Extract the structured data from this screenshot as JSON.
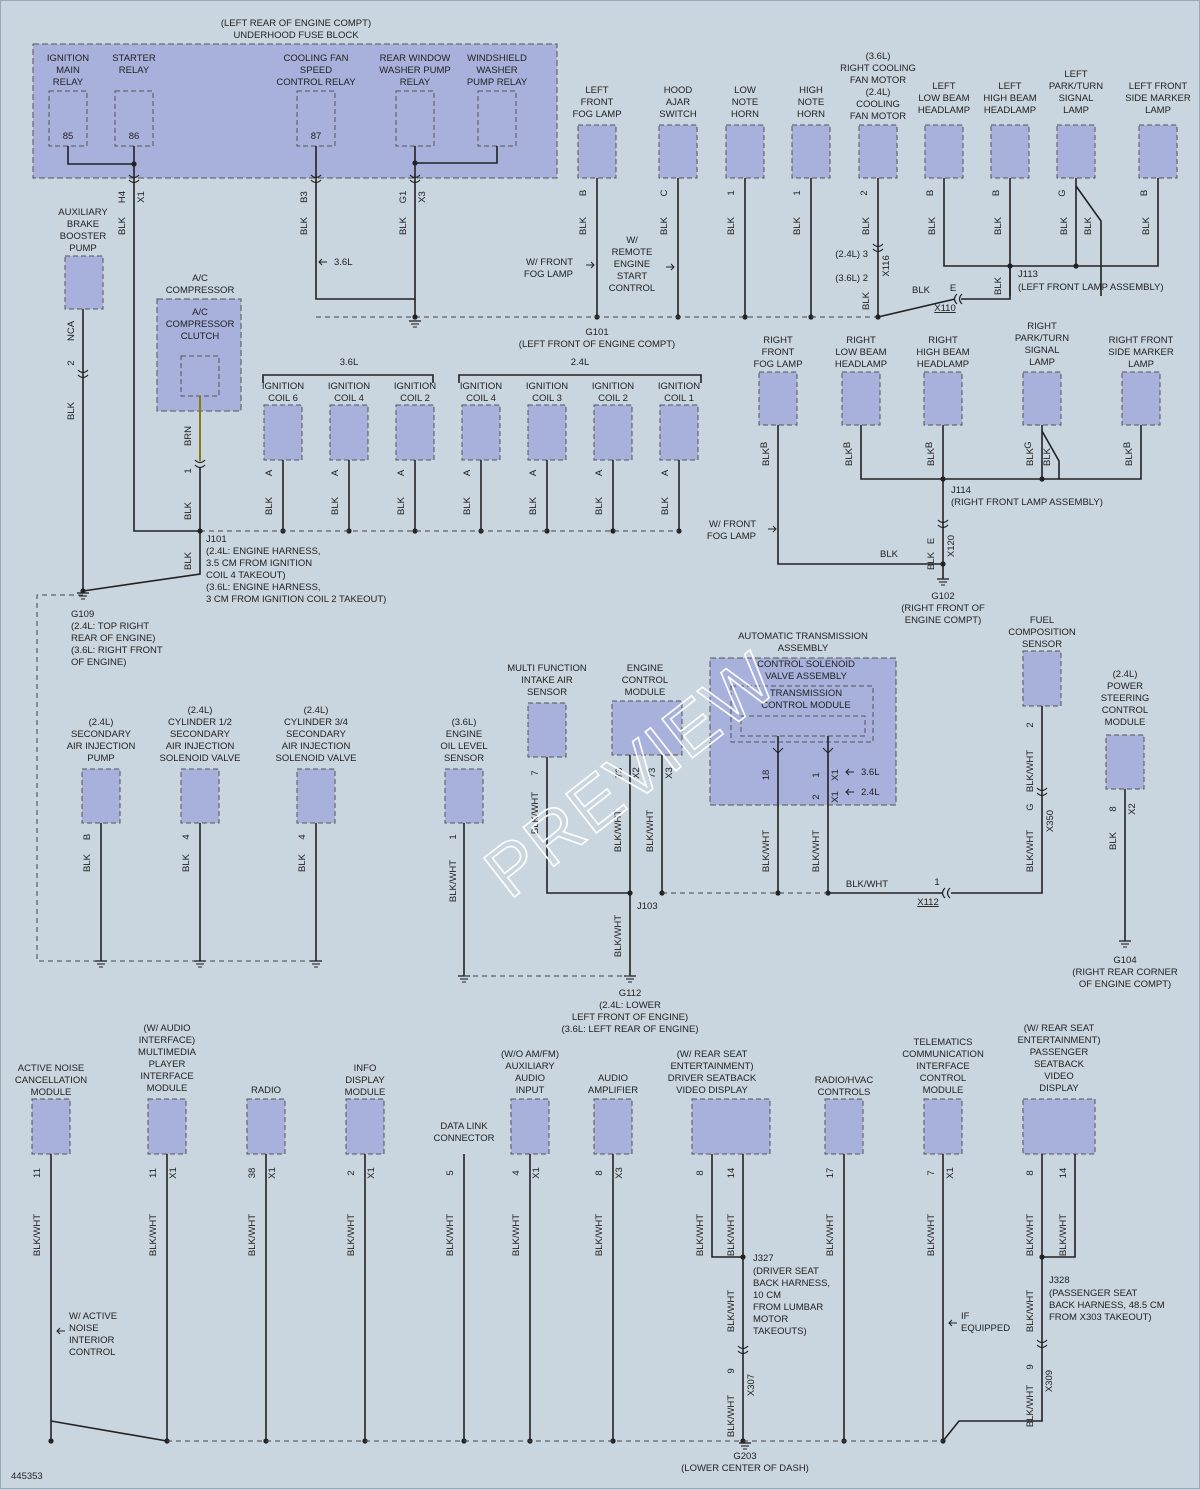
{
  "fuse_block": {
    "title": "(LEFT REAR OF ENGINE COMPT)",
    "subtitle": "UNDERHOOD FUSE BLOCK",
    "relays": [
      {
        "label": "IGNITION\nMAIN\nRELAY",
        "pin": "85"
      },
      {
        "label": "STARTER\nRELAY",
        "pin": "86"
      },
      {
        "label": "COOLING FAN\nSPEED\nCONTROL RELAY",
        "pin": "87"
      },
      {
        "label": "REAR WINDOW\nWASHER PUMP\nRELAY",
        "pin": ""
      },
      {
        "label": "WINDSHIELD\nWASHER\nPUMP RELAY",
        "pin": ""
      }
    ],
    "pins": [
      "H4",
      "X1",
      "B3",
      "G1",
      "X3"
    ]
  },
  "top_components": [
    {
      "label": "LEFT\nFRONT\nFOG LAMP",
      "pin": "B"
    },
    {
      "label": "HOOD\nAJAR\nSWITCH",
      "pin": "C"
    },
    {
      "label": "LOW\nNOTE\nHORN",
      "pin": "1"
    },
    {
      "label": "HIGH\nNOTE\nHORN",
      "pin": "1"
    },
    {
      "label": "(3.6L)\nRIGHT COOLING\nFAN MOTOR\n(2.4L)\nCOOLING\nFAN MOTOR",
      "pin": "2"
    },
    {
      "label": "LEFT\nLOW BEAM\nHEADLAMP",
      "pin": "B"
    },
    {
      "label": "LEFT\nHIGH BEAM\nHEADLAMP",
      "pin": "B"
    },
    {
      "label": "LEFT\nPARK/TURN\nSIGNAL\nLAMP",
      "pin": "G"
    },
    {
      "label": "LEFT FRONT\nSIDE MARKER\nLAMP",
      "pin": "B"
    }
  ],
  "upper_notes": {
    "front_fog": "W/ FRONT\nFOG LAMP",
    "remote_start": "W/\nREMOTE\nENGINE\nSTART\nCONTROL",
    "v36": "3.6L",
    "x116": "X116",
    "pin24": "(2.4L) 3",
    "pin36": "(3.6L) 2",
    "e": "E",
    "x110": "X110",
    "j113": "J113",
    "j113_desc": "(LEFT FRONT LAMP ASSEMBLY)",
    "g101": "G101",
    "g101_desc": "(LEFT FRONT OF ENGINE COMPT)",
    "blk": "BLK"
  },
  "aux_brake": {
    "label": "AUXILIARY\nBRAKE\nBOOSTER\nPUMP",
    "pin": "2",
    "conn": "NCA"
  },
  "ac": {
    "title": "A/C\nCOMPRESSOR",
    "label": "A/C\nCOMPRESSOR\nCLUTCH",
    "pin": "1",
    "wire": "BRN"
  },
  "coils": {
    "group36": "3.6L",
    "group24": "2.4L",
    "items": [
      {
        "label": "IGNITION\nCOIL 6",
        "pin": "A"
      },
      {
        "label": "IGNITION\nCOIL 4",
        "pin": "A"
      },
      {
        "label": "IGNITION\nCOIL 2",
        "pin": "A"
      },
      {
        "label": "IGNITION\nCOIL 4",
        "pin": "A"
      },
      {
        "label": "IGNITION\nCOIL 3",
        "pin": "A"
      },
      {
        "label": "IGNITION\nCOIL 2",
        "pin": "A"
      },
      {
        "label": "IGNITION\nCOIL 1",
        "pin": "A"
      }
    ]
  },
  "j101": {
    "label": "J101",
    "desc": "(2.4L: ENGINE HARNESS,\n3.5 CM FROM IGNITION\nCOIL 4 TAKEOUT)\n(3.6L: ENGINE HARNESS,\n3 CM FROM IGNITION COIL 2 TAKEOUT)"
  },
  "g109": {
    "label": "G109",
    "desc": "(2.4L: TOP RIGHT\nREAR OF ENGINE)\n(3.6L: RIGHT FRONT\nOF ENGINE)"
  },
  "right_front": {
    "items": [
      {
        "label": "RIGHT\nFRONT\nFOG LAMP",
        "pin": "B"
      },
      {
        "label": "RIGHT\nLOW BEAM\nHEADLAMP",
        "pin": "B"
      },
      {
        "label": "RIGHT\nHIGH BEAM\nHEADLAMP",
        "pin": "B"
      },
      {
        "label": "RIGHT\nPARK/TURN\nSIGNAL\nLAMP",
        "pin": "G"
      },
      {
        "label": "RIGHT FRONT\nSIDE MARKER\nLAMP",
        "pin": "B"
      }
    ],
    "j114": "J114",
    "j114_desc": "(RIGHT FRONT LAMP ASSEMBLY)",
    "fog_note": "W/ FRONT\nFOG LAMP",
    "x120": "X120",
    "e": "E",
    "g102": "G102",
    "g102_desc": "(RIGHT FRONT OF\nENGINE COMPT)"
  },
  "mid": {
    "items": [
      {
        "label": "(2.4L)\nSECONDARY\nAIR INJECTION\nPUMP",
        "pin": "B"
      },
      {
        "label": "(2.4L)\nCYLINDER 1/2\nSECONDARY\nAIR INJECTION\nSOLENOID VALVE",
        "pin": "4"
      },
      {
        "label": "(2.4L)\nCYLINDER 3/4\nSECONDARY\nAIR INJECTION\nSOLENOID VALVE",
        "pin": "4"
      },
      {
        "label": "(3.6L)\nENGINE\nOIL LEVEL\nSENSOR",
        "pin": "1"
      },
      {
        "label": "MULTI FUNCTION\nINTAKE AIR\nSENSOR",
        "pin": "7"
      },
      {
        "label": "ENGINE\nCONTROL\nMODULE",
        "pin": "73"
      }
    ],
    "ecm_pins": [
      "73",
      "X2",
      "73",
      "X3"
    ],
    "atm_title": "AUTOMATIC TRANSMISSION\nASSEMBLY",
    "atm_sub": "CONTROL SOLENOID\nVALVE ASSEMBLY",
    "tcm": "TRANSMISSION\nCONTROL MODULE",
    "tcm_pins": [
      "18",
      "1",
      "X1",
      "2",
      "X1"
    ],
    "v36": "3.6L",
    "v24": "2.4L",
    "fuel": {
      "label": "FUEL\nCOMPOSITION\nSENSOR",
      "pin": "2",
      "conn": "X350",
      "g": "G"
    },
    "ps": {
      "label": "(2.4L)\nPOWER\nSTEERING\nCONTROL\nMODULE",
      "pin": "8",
      "conn": "X2"
    },
    "j103": "J103",
    "x112": "X112",
    "x112pin": "1",
    "g112": "G112",
    "g112_desc": "(2.4L: LOWER\nLEFT FRONT OF ENGINE)\n(3.6L: LEFT REAR OF ENGINE)",
    "g104": "G104",
    "g104_desc": "(RIGHT REAR CORNER\nOF ENGINE COMPT)",
    "wire_bw": "BLK/WHT"
  },
  "bottom": {
    "items": [
      {
        "label": "ACTIVE NOISE\nCANCELLATION\nMODULE",
        "pin": "11",
        "conn": ""
      },
      {
        "label": "(W/ AUDIO\nINTERFACE)\nMULTIMEDIA\nPLAYER\nINTERFACE\nMODULE",
        "pin": "11",
        "conn": "X1"
      },
      {
        "label": "RADIO",
        "pin": "38",
        "conn": "X1"
      },
      {
        "label": "INFO\nDISPLAY\nMODULE",
        "pin": "2",
        "conn": "X1"
      },
      {
        "label": "DATA LINK\nCONNECTOR",
        "pin": "5",
        "conn": ""
      },
      {
        "label": "(W/O AM/FM)\nAUXILIARY\nAUDIO\nINPUT",
        "pin": "4",
        "conn": "X1"
      },
      {
        "label": "AUDIO\nAMPLIFIER",
        "pin": "8",
        "conn": "X3"
      },
      {
        "label": "(W/ REAR SEAT\nENTERTAINMENT)\nDRIVER SEATBACK\nVIDEO DISPLAY",
        "pin": "8",
        "conn": ""
      },
      {
        "label": "RADIO/HVAC\nCONTROLS",
        "pin": "17",
        "conn": ""
      },
      {
        "label": "TELEMATICS\nCOMMUNICATION\nINTERFACE\nCONTROL\nMODULE",
        "pin": "7",
        "conn": "X1"
      },
      {
        "label": "(W/ REAR SEAT\nENTERTAINMENT)\nPASSENGER\nSEATBACK\nVIDEO\nDISPLAY",
        "pin": "8",
        "conn": ""
      }
    ],
    "pin14": "14",
    "anc_note": "W/ ACTIVE\nNOISE\nINTERIOR\nCONTROL",
    "j327": "J327",
    "j327_desc": "(DRIVER SEAT\nBACK HARNESS,\n10 CM\nFROM LUMBAR\nMOTOR\nTAKEOUTS)",
    "x307": "X307",
    "x307pin": "9",
    "if_equipped": "IF\nEQUIPPED",
    "j328": "J328",
    "j328_desc": "(PASSENGER SEAT\nBACK HARNESS, 48.5 CM\nFROM X303 TAKEOUT)",
    "x309": "X309",
    "x309pin": "9",
    "g203": "G203",
    "g203_desc": "(LOWER CENTER OF DASH)",
    "wire": "BLK/WHT"
  },
  "footer_id": "445353",
  "watermark": "PREVIEW"
}
